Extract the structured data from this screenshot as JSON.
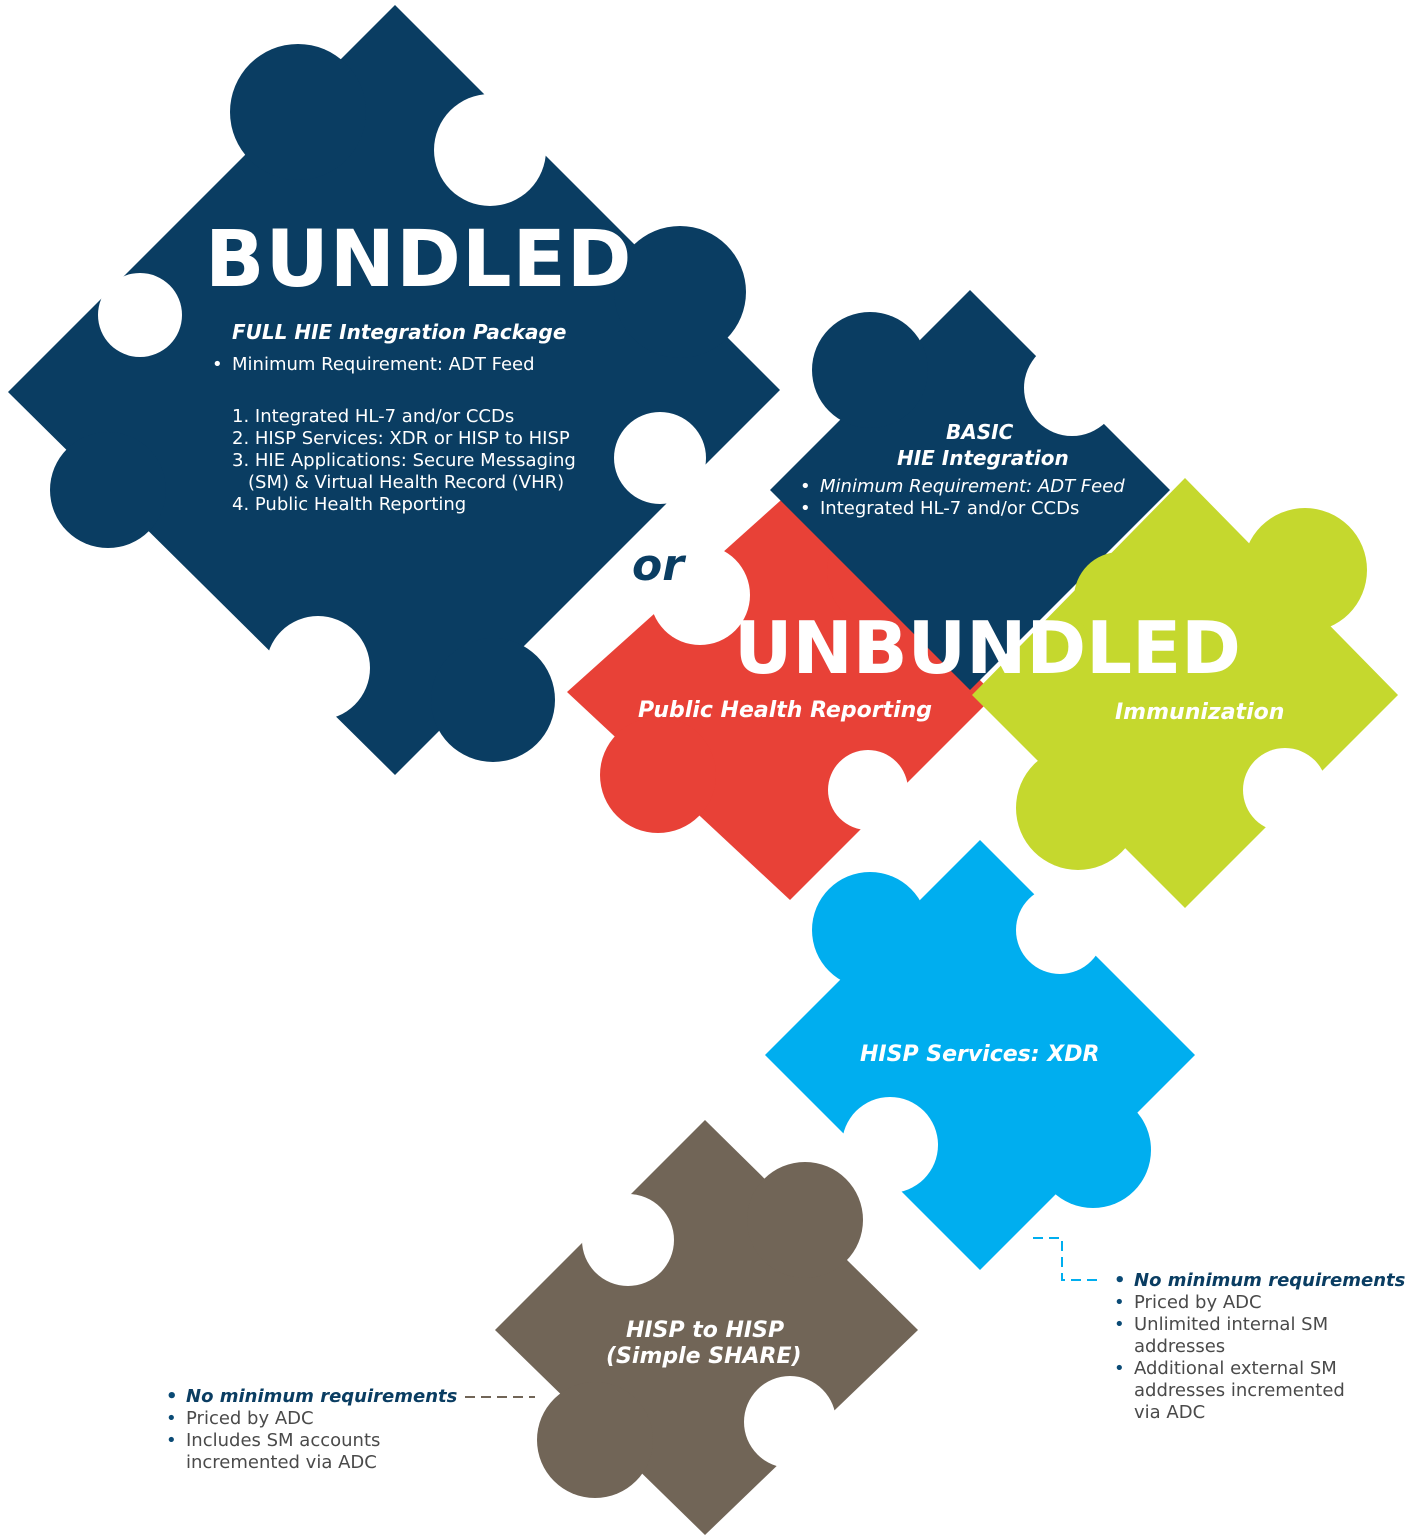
{
  "colors": {
    "bundled": "#0a3d62",
    "public_health": "#e84137",
    "immunization": "#c5d82e",
    "xdr": "#00aeef",
    "hisp": "#716557",
    "connector_blue": "#00aeef",
    "connector_gray": "#716557"
  },
  "bundled": {
    "title": "BUNDLED",
    "subtitle": "FULL HIE Integration Package",
    "requirement": "Minimum Requirement: ADT Feed",
    "items": [
      "1. Integrated HL-7 and/or CCDs",
      "2. HISP Services: XDR or HISP to HISP",
      "3. HIE Applications: Secure Messaging",
      "(SM) & Virtual Health Record (VHR)",
      "4. Public Health Reporting"
    ]
  },
  "or_label": "or",
  "basic": {
    "title_line1": "BASIC",
    "title_line2": "HIE Integration",
    "bullets": [
      "Minimum Requirement: ADT Feed",
      "Integrated HL-7 and/or CCDs"
    ]
  },
  "unbundled": {
    "title": "UNBUNDLED",
    "public_health": "Public Health Reporting",
    "immunization": "Immunization"
  },
  "xdr": {
    "label": "HISP Services: XDR",
    "notes": [
      "No minimum requirements",
      "Priced by ADC",
      "Unlimited internal SM addresses",
      "Additional external SM addresses incremented via ADC"
    ]
  },
  "hisp": {
    "label_line1": "HISP to HISP",
    "label_line2": "(Simple SHARE)",
    "notes": [
      "No minimum requirements",
      "Priced by ADC",
      "Includes SM accounts incremented via ADC"
    ]
  }
}
